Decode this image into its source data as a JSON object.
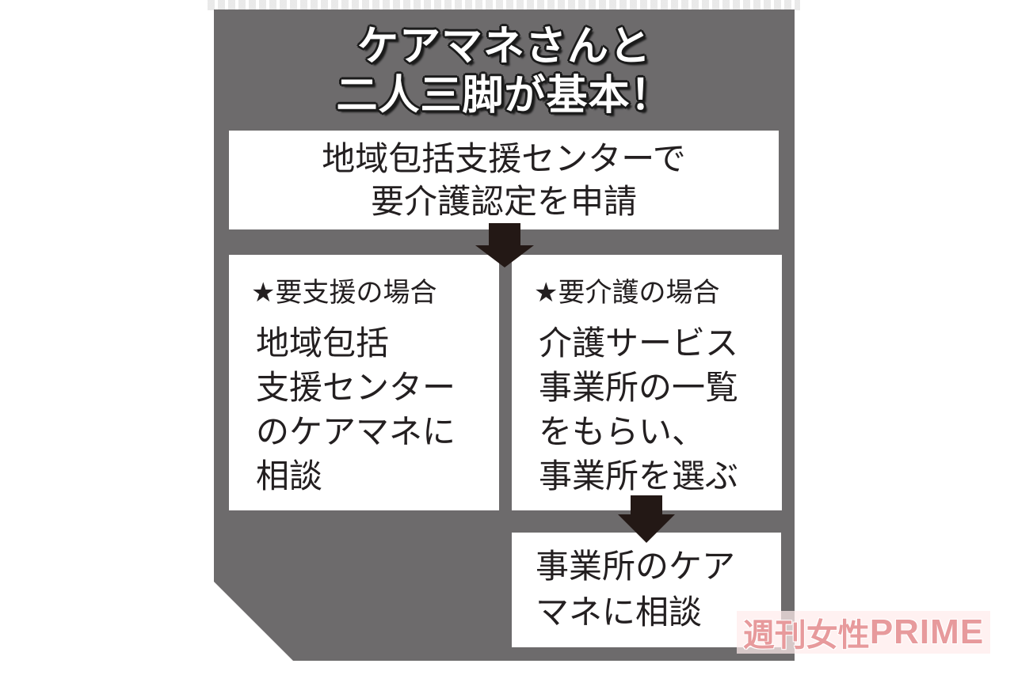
{
  "title": {
    "line1": "ケアマネさんと",
    "line2": "二人三脚が基本！"
  },
  "step1": {
    "lines": [
      "地域包括支援センターで",
      "要介護認定を申請"
    ]
  },
  "support_case": {
    "heading": "★要支援の場合",
    "lines": [
      "地域包括",
      "支援センター",
      "のケアマネに",
      "相談"
    ]
  },
  "care_case": {
    "heading": "★要介護の場合",
    "lines": [
      "介護サービス",
      "事業所の一覧",
      "をもらい、",
      "事業所を選ぶ"
    ]
  },
  "step_final": {
    "lines": [
      "事業所のケア",
      "マネに相談"
    ]
  },
  "watermark": {
    "jp": "週刊女性",
    "en": "PRIME"
  },
  "colors": {
    "panel": "#6d6b6c",
    "box": "#ffffff",
    "text": "#231f20",
    "arrow": "#231815",
    "watermark": "#e79a9c"
  },
  "icons": {
    "flow_arrow": "down-arrow-icon"
  }
}
